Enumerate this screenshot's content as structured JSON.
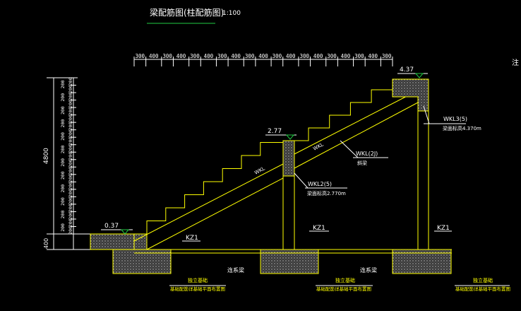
{
  "title": {
    "main": "梁配筋图(柱配筋图)",
    "scale": "1:100"
  },
  "side_note": "注",
  "colors": {
    "line": "#ffff00",
    "text": "#ffff00",
    "white": "#ffffff",
    "green": "#22cc44",
    "cyan": "#00ffcc",
    "hatch": "#a8a8a8"
  },
  "top_dimensions": [
    "300",
    "400",
    "300",
    "400",
    "300",
    "400",
    "300",
    "400",
    "300",
    "400",
    "300",
    "400",
    "300",
    "400",
    "300",
    "400",
    "300",
    "400",
    "300"
  ],
  "left_dimensions": [
    "200",
    "200",
    "200",
    "200",
    "200",
    "200",
    "200",
    "200",
    "200",
    "200",
    "200",
    "200",
    "200",
    "200",
    "200",
    "200",
    "200",
    "200",
    "200",
    "200",
    "200"
  ],
  "left_upper": [
    "200",
    "200",
    "200",
    "200",
    "200",
    "200",
    "200",
    "200",
    "200",
    "200",
    "200",
    "200"
  ],
  "left_total": "4800",
  "left_bottom": "400",
  "elevations": {
    "low": "0.37",
    "mid": "2.77",
    "high": "4.37"
  },
  "beams": {
    "wkl3": {
      "name": "WKL3(5)",
      "note": "梁面标高4.370m"
    },
    "wkl2": {
      "name": "WKL(2J)",
      "note": "斜梁"
    },
    "wkl2_5": {
      "name": "WKL2(5)",
      "note": "梁面标高2.770m"
    },
    "slope_upper": "WKL",
    "slope_lower": "WKL"
  },
  "columns": [
    "KZ1",
    "KZ1",
    "KZ1"
  ],
  "foundations": {
    "left": {
      "label": "独立基础",
      "note": "基础配筋详基础平面布置图"
    },
    "mid": {
      "label": "独立基础",
      "note": "基础配筋详基础平面布置图"
    },
    "right": {
      "label": "独立基础",
      "note": "基础配筋详基础平面布置图"
    },
    "tie1": "连系梁",
    "tie2": "连系梁"
  }
}
